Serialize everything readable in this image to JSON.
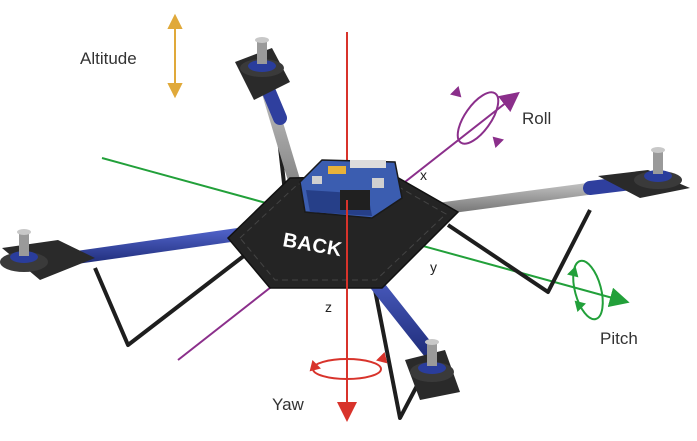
{
  "labels": {
    "altitude": "Altitude",
    "roll": "Roll",
    "pitch": "Pitch",
    "yaw": "Yaw",
    "x": "x",
    "y": "y",
    "z": "z",
    "back": "BACK"
  },
  "colors": {
    "altitude": "#e0a93a",
    "roll": "#8b2f8b",
    "pitch": "#22a03a",
    "yaw": "#d8332b",
    "arm_blue": "#2f3f9e",
    "frame": "#2a2a2a",
    "arm_grey": "#9a9a9a"
  },
  "icons": [
    "altitude-arrow-icon",
    "roll-rotation-icon",
    "pitch-rotation-icon",
    "yaw-rotation-icon"
  ]
}
